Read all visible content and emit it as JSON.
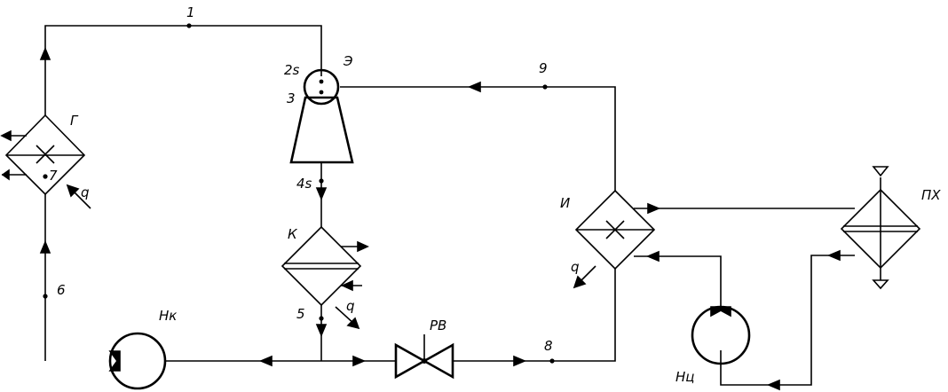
{
  "labels": {
    "p1": "1",
    "p2s": "2s",
    "e": "Э",
    "p3": "3",
    "p9": "9",
    "g": "Г",
    "p7": "7",
    "q_g": "q",
    "p4s": "4s",
    "i": "И",
    "px": "ПХ",
    "k": "К",
    "q_i": "q",
    "p6": "6",
    "p5": "5",
    "q_k": "q",
    "nk": "Нк",
    "pb": "РВ",
    "p8": "8",
    "nc": "Нц"
  }
}
